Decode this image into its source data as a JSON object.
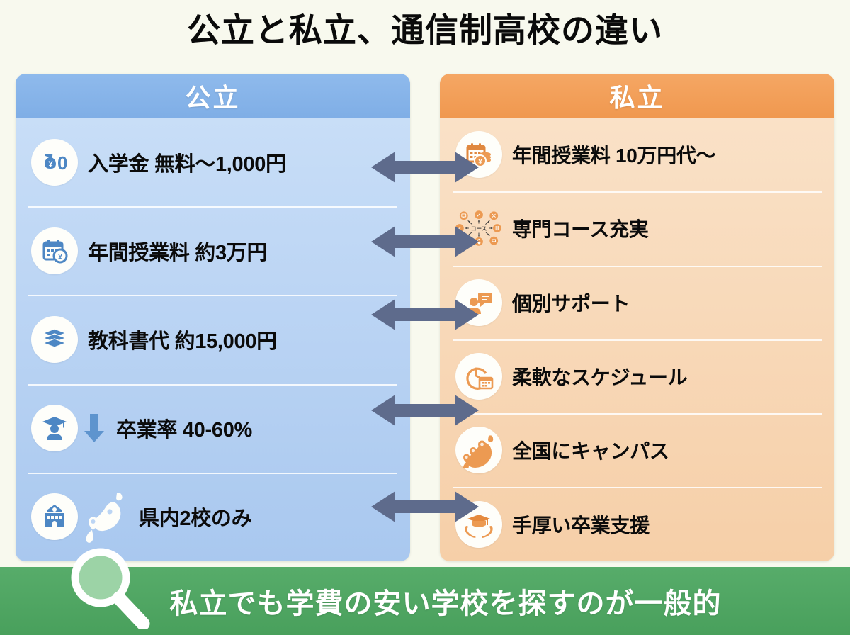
{
  "title": "公立と私立、通信制高校の違い",
  "columns": {
    "left": {
      "header": "公立",
      "accent": "#7FAEE6",
      "body_color": "#BCD5F4",
      "rows": [
        {
          "icon": "money-bag-zero-yen-icon",
          "label": "入学金 無料〜1,000円",
          "extra_icon": ""
        },
        {
          "icon": "calendar-yen-icon",
          "label": "年間授業料 約3万円",
          "extra_icon": ""
        },
        {
          "icon": "stacked-books-icon",
          "label": "教科書代 約15,000円",
          "extra_icon": ""
        },
        {
          "icon": "graduate-person-icon",
          "label": "卒業率 40-60%",
          "extra_icon": "down-arrow-icon"
        },
        {
          "icon": "school-building-icon",
          "label": "県内2校のみ",
          "extra_icon": "japan-map-pins-icon"
        }
      ]
    },
    "right": {
      "header": "私立",
      "accent": "#F0984F",
      "body_color": "#F8D9B9",
      "rows": [
        {
          "icon": "calendar-coins-yen-icon",
          "label": "年間授業料 10万円代〜",
          "extra_icon": ""
        },
        {
          "icon": "course-network-icon",
          "label": "専門コース充実",
          "extra_icon": ""
        },
        {
          "icon": "person-chat-support-icon",
          "label": "個別サポート",
          "extra_icon": ""
        },
        {
          "icon": "clock-calendar-icon",
          "label": "柔軟なスケジュール",
          "extra_icon": ""
        },
        {
          "icon": "japan-map-campus-pins-icon",
          "label": "全国にキャンパス",
          "extra_icon": ""
        },
        {
          "icon": "hands-graduation-cap-icon",
          "label": "手厚い卒業支援",
          "extra_icon": ""
        }
      ]
    }
  },
  "arrows": {
    "icon": "double-headed-arrow-icon",
    "color": "#5E6B8C",
    "count": 5,
    "tops": [
      105,
      210,
      313,
      448,
      584
    ]
  },
  "footer": {
    "icon": "magnifying-glass-icon",
    "text": "私立でも学費の安い学校を探すのが一般的",
    "background": "#4CA85F"
  },
  "colors": {
    "page_background": "#F8F9EE",
    "title_text": "#0A0A0A",
    "divider": "#FFFFFF"
  }
}
